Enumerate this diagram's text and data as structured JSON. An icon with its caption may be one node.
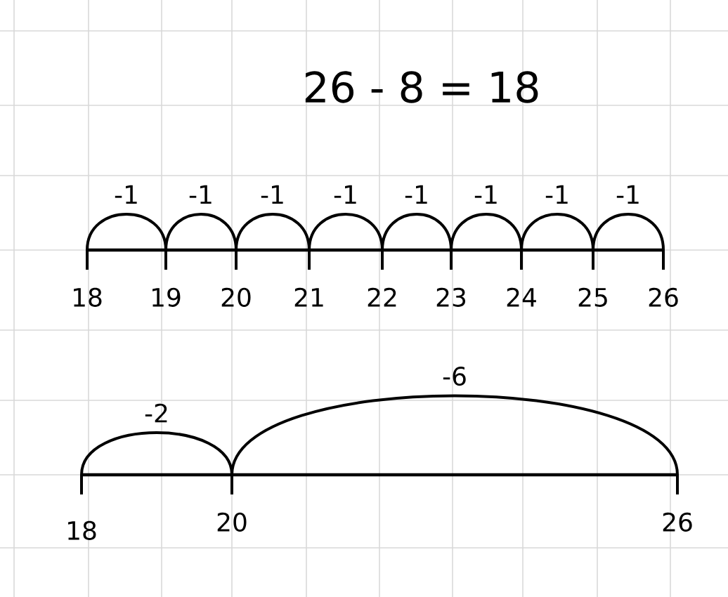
{
  "diagram": {
    "title": "26 - 8 = 18",
    "nodes": [
      {
        "text": [
          "18"
        ]
      },
      {
        "text": [
          "19"
        ]
      },
      {
        "text": [
          "20"
        ]
      },
      {
        "text": [
          "21"
        ]
      },
      {
        "text": [
          "22"
        ]
      },
      {
        "text": [
          "23"
        ]
      },
      {
        "text": [
          "24"
        ]
      },
      {
        "text": [
          "25"
        ]
      },
      {
        "text": [
          "26"
        ]
      },
      {
        "text": [
          "18"
        ]
      },
      {
        "text": [
          "20"
        ]
      },
      {
        "text": [
          "26"
        ]
      }
    ],
    "edges": [
      {
        "from": 0,
        "to": 1,
        "arrow": "none",
        "label": "-1"
      },
      {
        "from": 1,
        "to": 2,
        "arrow": "none",
        "label": "-1"
      },
      {
        "from": 2,
        "to": 3,
        "arrow": "none",
        "label": "-1"
      },
      {
        "from": 3,
        "to": 4,
        "arrow": "none",
        "label": "-1"
      },
      {
        "from": 4,
        "to": 5,
        "arrow": "none",
        "label": "-1"
      },
      {
        "from": 5,
        "to": 6,
        "arrow": "none",
        "label": "-1"
      },
      {
        "from": 6,
        "to": 7,
        "arrow": "none",
        "label": "-1"
      },
      {
        "from": 7,
        "to": 8,
        "arrow": "none",
        "label": "-1"
      },
      {
        "from": 9,
        "to": 10,
        "arrow": "none",
        "label": "-2"
      },
      {
        "from": 10,
        "to": 11,
        "arrow": "none",
        "label": "-6"
      }
    ]
  }
}
